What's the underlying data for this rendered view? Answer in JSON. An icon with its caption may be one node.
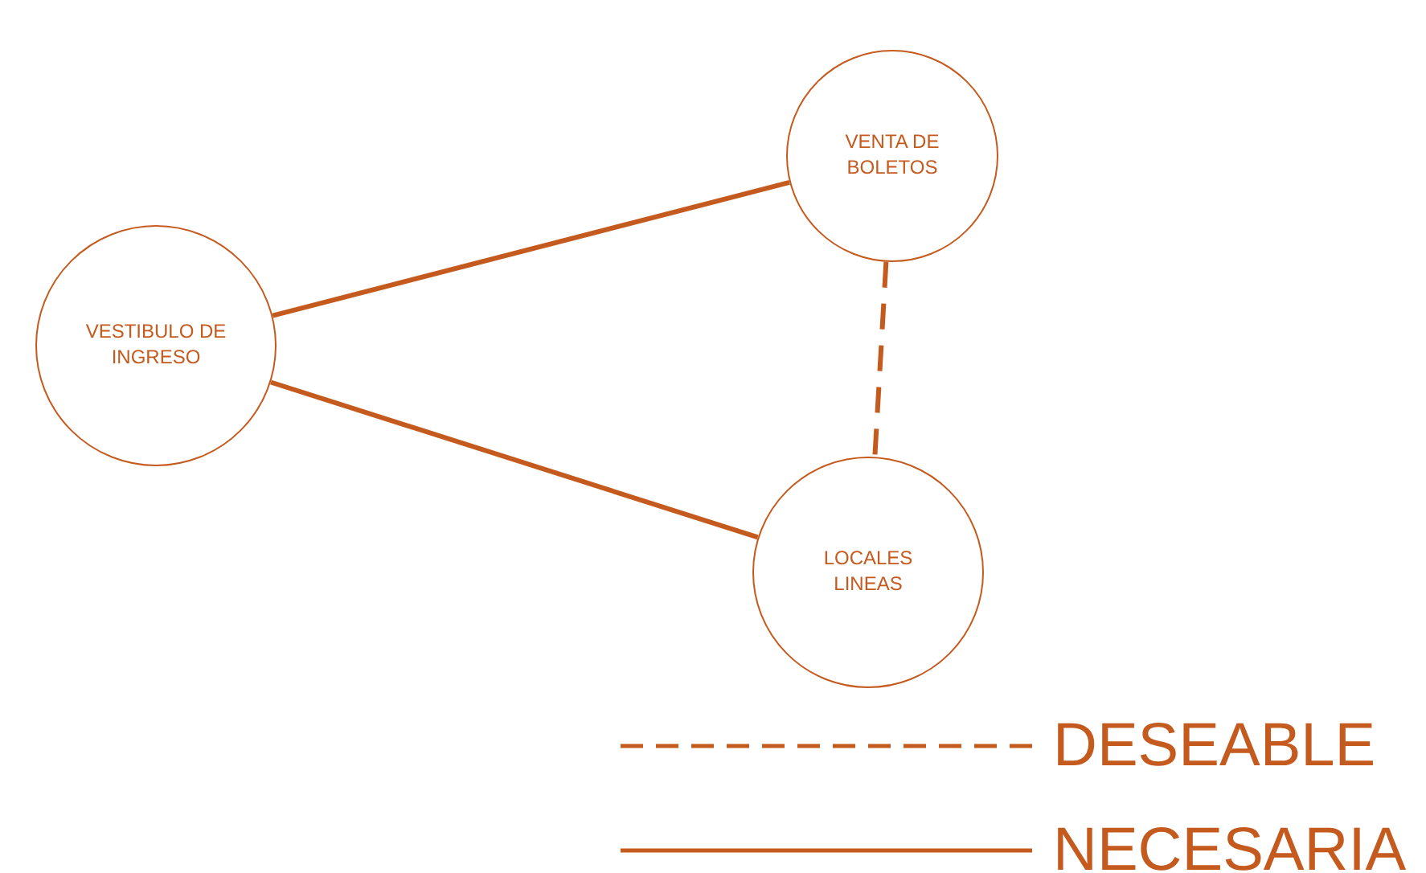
{
  "diagram": {
    "nodes": [
      {
        "text": [
          "VESTIBULO DE INGRESO"
        ]
      },
      {
        "text": [
          "VENTA DE BOLETOS"
        ]
      },
      {
        "text": [
          "LOCALES LINEAS"
        ]
      }
    ],
    "edges": [
      {
        "from": 0,
        "to": 1,
        "arrow": "none"
      },
      {
        "from": 0,
        "to": 2,
        "arrow": "none"
      },
      {
        "from": 1,
        "to": 2,
        "arrow": "none",
        "style": "dashed"
      }
    ],
    "legend": [
      {
        "text": "DESEABLE"
      },
      {
        "text": "NECESARIA"
      }
    ]
  }
}
